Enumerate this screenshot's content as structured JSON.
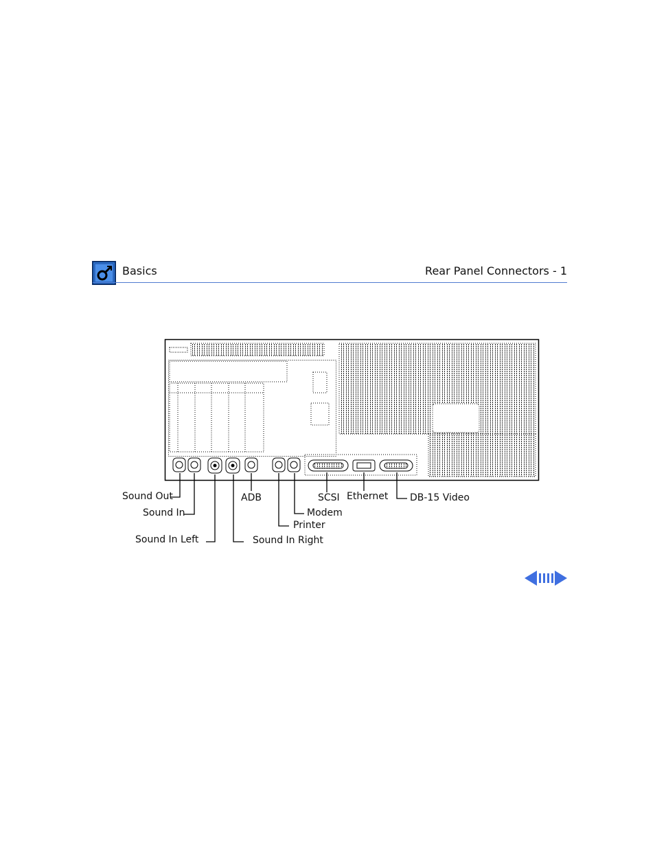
{
  "header": {
    "section": "Basics",
    "page_title": "Rear Panel Connectors - 1"
  },
  "logo": {
    "icon": "apple-service-logo-icon",
    "color": "#2f78d8"
  },
  "diagram": {
    "labels": {
      "sound_out": "Sound Out",
      "sound_in": "Sound In",
      "sound_in_left": "Sound In Left",
      "adb": "ADB",
      "sound_in_right": "Sound In Right",
      "printer": "Printer",
      "modem": "Modem",
      "scsi": "SCSI",
      "ethernet": "Ethernet",
      "db15_video": "DB-15 Video"
    }
  },
  "nav": {
    "prev_icon": "triangle-left-icon",
    "index_icon": "page-index-icon",
    "next_icon": "triangle-right-icon",
    "color": "#3f6fe0"
  }
}
